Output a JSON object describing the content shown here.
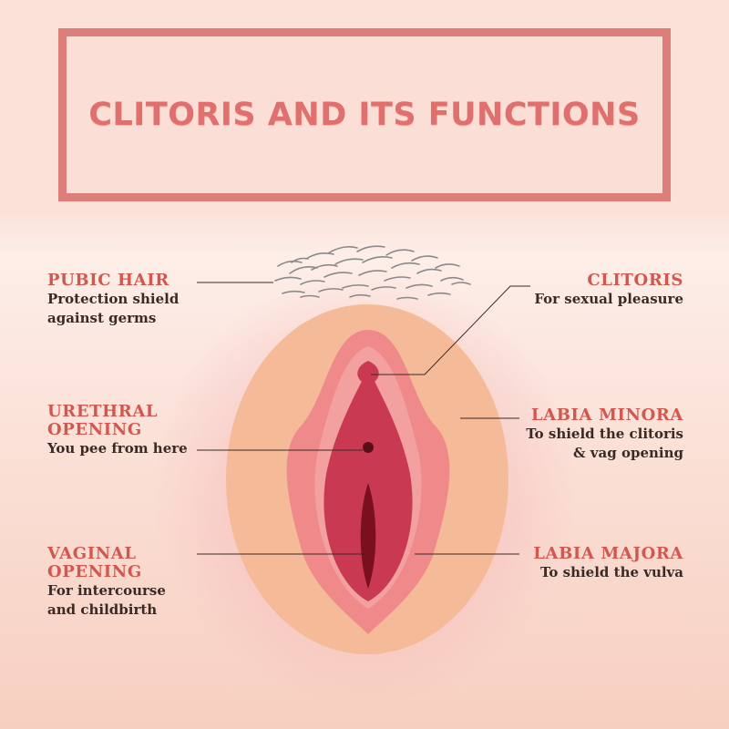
{
  "title": "CLITORIS AND ITS FUNCTIONS",
  "labels": {
    "pubic_hair": {
      "heading": "PUBIC HAIR",
      "desc_line1": "Protection shield",
      "desc_line2": "against germs"
    },
    "urethral_opening": {
      "heading_line1": "URETHRAL",
      "heading_line2": "OPENING",
      "desc": "You pee from here"
    },
    "vaginal_opening": {
      "heading_line1": "VAGINAL",
      "heading_line2": "OPENING",
      "desc_line1": "For intercourse",
      "desc_line2": "and childbirth"
    },
    "clitoris": {
      "heading": "CLITORIS",
      "desc": "For sexual pleasure"
    },
    "labia_minora": {
      "heading": "LABIA MINORA",
      "desc_line1": "To shield the clitoris",
      "desc_line2": "& vag opening"
    },
    "labia_majora": {
      "heading": "LABIA MAJORA",
      "desc": "To shield the vulva"
    }
  },
  "colors": {
    "title_border": "#de7e7a",
    "title_text": "#e0706e",
    "heading": "#d2584f",
    "outer_oval": "#f5bb98",
    "labia_minora": "#f08a8a",
    "inner": "#c93a52",
    "opening": "#7a0f1e"
  }
}
